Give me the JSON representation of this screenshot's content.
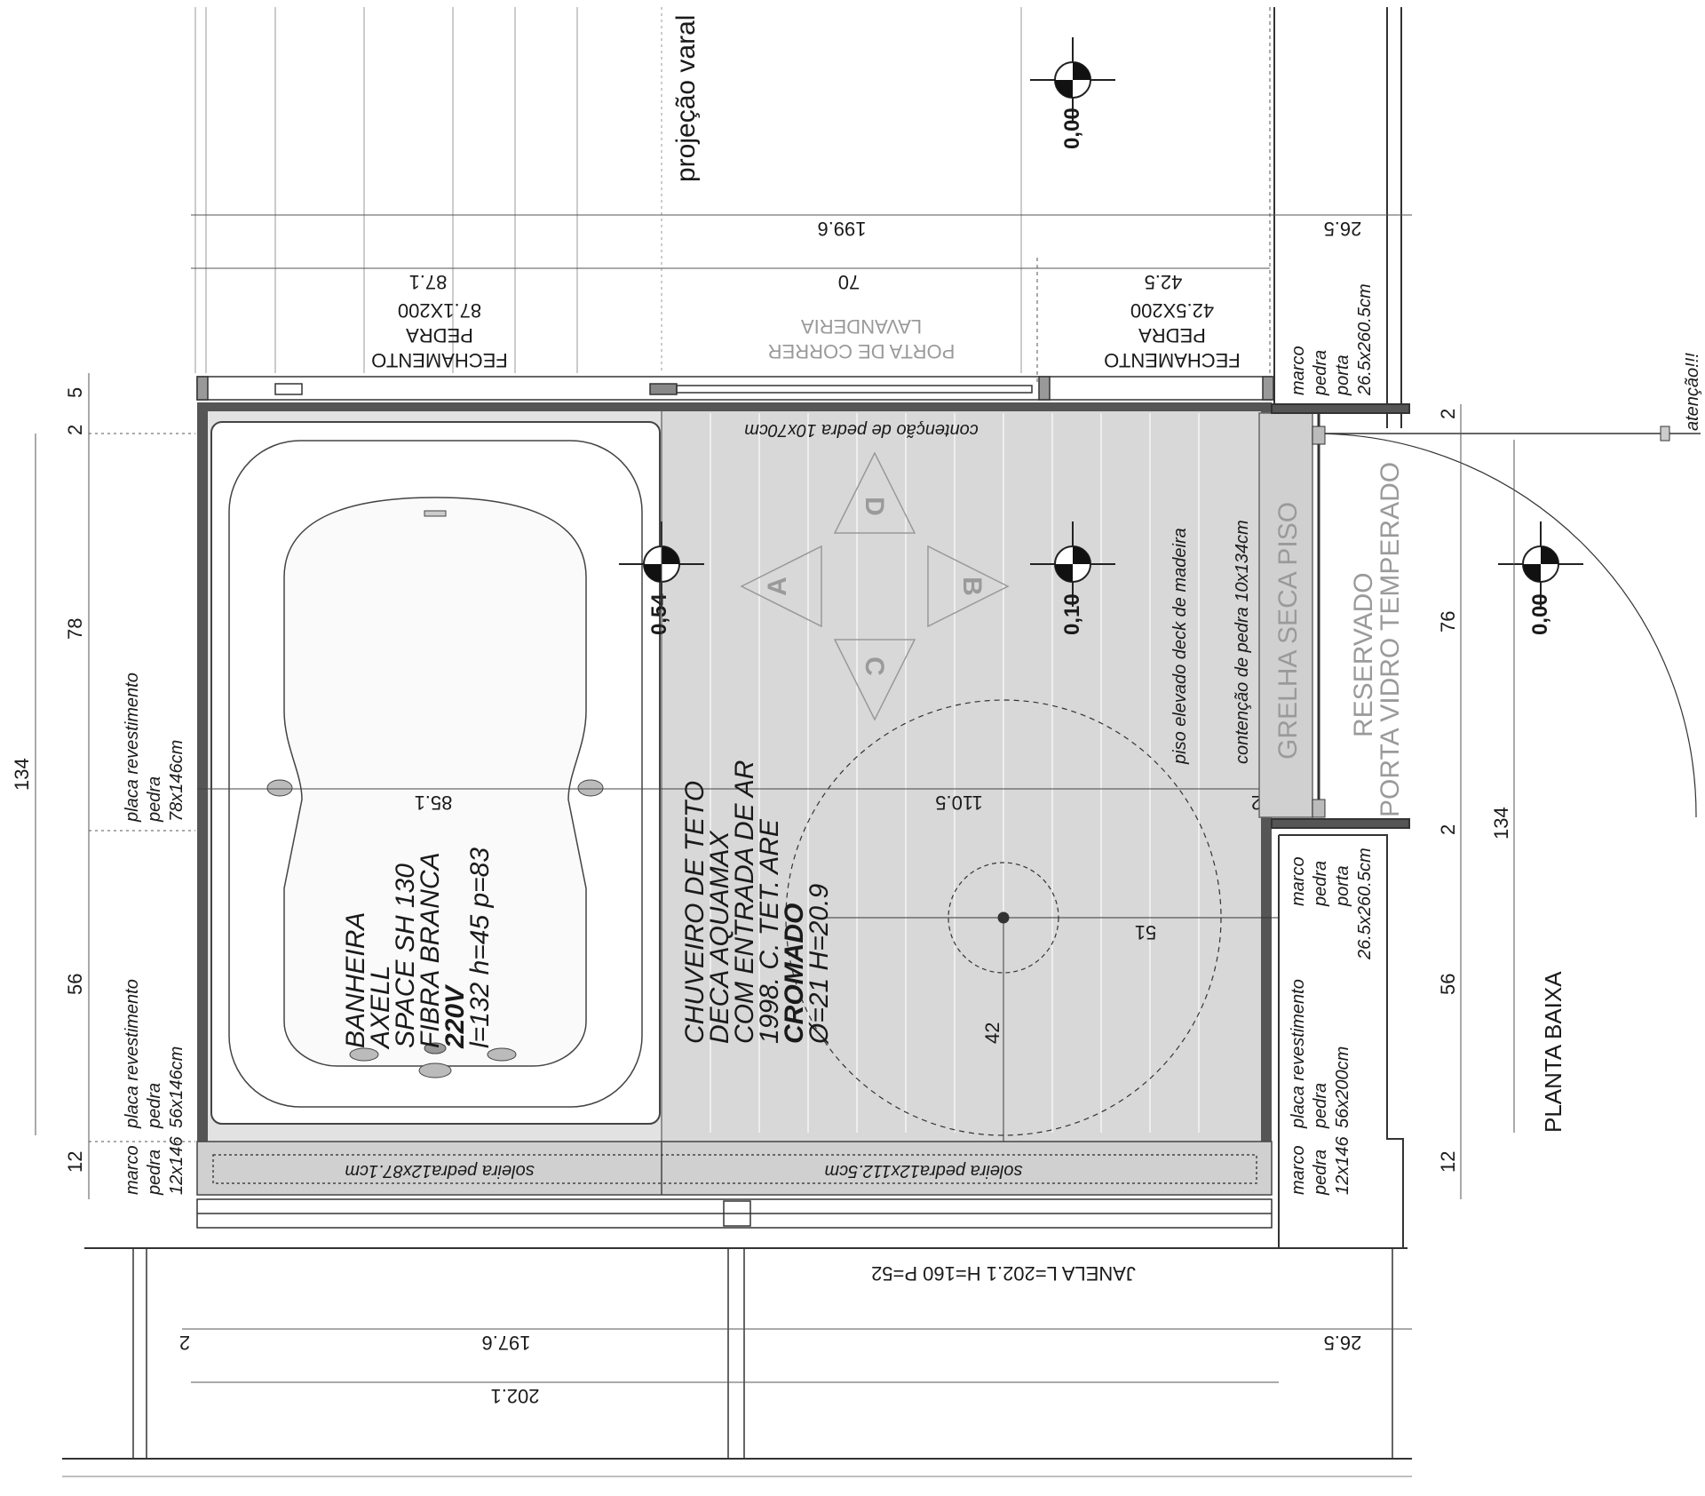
{
  "drawing_title": "PLANTA BAIXA",
  "top": {
    "clothesline": "projeção varal",
    "level": "0,00",
    "dim_total": "199.6",
    "dim_right": "26.5",
    "dim_left": "87.1",
    "dim_mid": "70",
    "dim_mid_right": "42.5",
    "left_closure": [
      "FECHAMENTO",
      "PEDRA",
      "87.1X200"
    ],
    "sliding_door": [
      "PORTA DE CORRER",
      "LAVANDERIA"
    ],
    "right_closure": [
      "FECHAMENTO",
      "PEDRA",
      "42.5X200"
    ]
  },
  "left": {
    "dim_5": "5",
    "dim_2": "2",
    "dim_78": "78",
    "dim_134": "134",
    "dim_56": "56",
    "dim_12": "12",
    "panel_top": [
      "placa revestimento",
      "pedra",
      "78x146cm"
    ],
    "panel_bottom": [
      "placa revestimento",
      "pedra",
      "56x146cm"
    ],
    "frame": [
      "marco",
      "pedra",
      "12x146"
    ]
  },
  "bathtub": [
    "BANHEIRA",
    "AXELL",
    "SPACE SH 130",
    "FIBRA BRANCA",
    "220V",
    "l=132 h=45 p=83"
  ],
  "shower": {
    "level_tub": "0,54",
    "level_floor": "0,10",
    "stone_top": "contenção de pedra 10x70cm",
    "deck": "piso elevado deck de madeira",
    "stone_side": "contenção de pedra 10x134cm",
    "arrows": [
      "A",
      "B",
      "C",
      "D"
    ],
    "dim_851": "85.1",
    "dim_1105": "110.5",
    "dim_2s": "2",
    "dim_51": "51",
    "dim_42": "42",
    "head": [
      "CHUVEIRO DE TETO",
      "DECA AQUAMAX",
      "COM ENTRADA DE AR",
      "1998. C. TET. ARE",
      "CROMADO",
      "Ø=21 H=20.9"
    ],
    "grille": "GRELHA SECA PISO"
  },
  "right": {
    "door_frame_top": [
      "marco",
      "pedra",
      "porta",
      "26.5x260.5cm"
    ],
    "door_frame_mid": [
      "marco",
      "pedra",
      "porta",
      "26.5x260.5cm"
    ],
    "reserved": [
      "RESERVADO",
      "PORTA VIDRO TEMPERADO"
    ],
    "warning": "atenção!!!",
    "level": "0,00",
    "dim_2a": "2",
    "dim_76": "76",
    "dim_2b": "2",
    "dim_134": "134",
    "dim_56": "56",
    "dim_12": "12",
    "panel": [
      "placa revestimento",
      "pedra",
      "56x200cm"
    ],
    "frame": [
      "marco",
      "pedra",
      "12x146"
    ]
  },
  "bottom": {
    "sill_left": "soleira pedra12x87.1cm",
    "sill_right": "soleira pedra12x112.5cm",
    "window": "JANELA L=202.1 H=160 P=52",
    "dim_2": "2",
    "dim_1976": "197.6",
    "dim_265": "26.5",
    "dim_2021": "202.1"
  }
}
